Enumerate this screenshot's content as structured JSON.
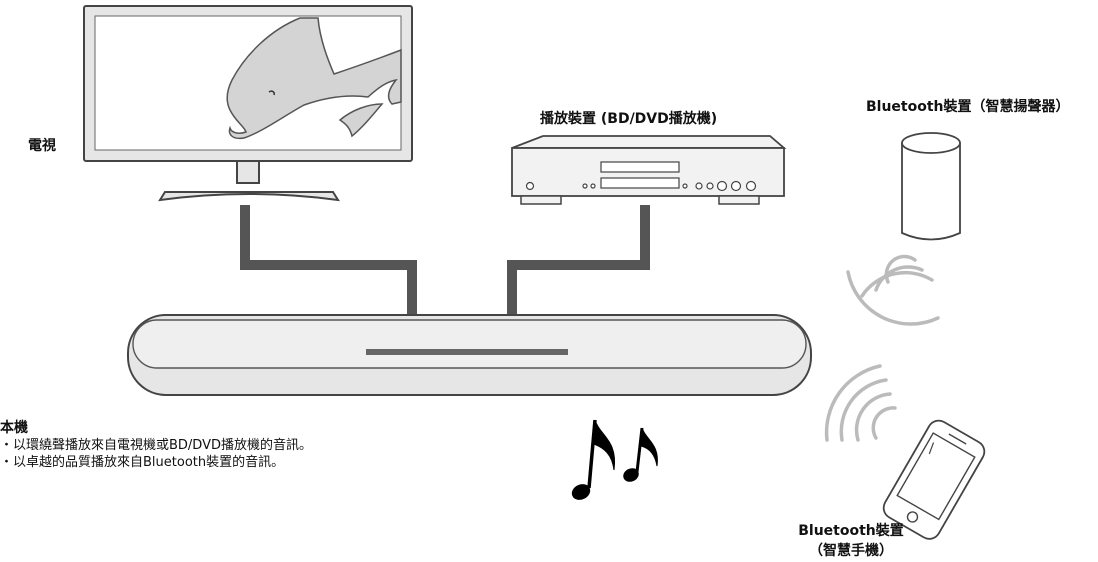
{
  "labels": {
    "tv": "電視",
    "player": "播放裝置 (BD/DVD播放機)",
    "speaker": "Bluetooth裝置（智慧揚聲器）",
    "phone_line1": "Bluetooth裝置",
    "phone_line2": "（智慧手機）"
  },
  "unit": {
    "title": "本機",
    "features": [
      "・以環繞聲播放來自電視機或BD/DVD播放機的音訊。",
      "・以卓越的品質播放來自Bluetooth裝置的音訊。"
    ]
  },
  "icons": {
    "tv": "tv-icon",
    "player": "bd-dvd-player-icon",
    "speaker": "smart-speaker-icon",
    "phone": "smartphone-icon",
    "soundbar": "soundbar-icon",
    "notes": "music-notes-icon",
    "wireless": "wireless-waves-icon"
  },
  "colors": {
    "cable": "#555555",
    "outline": "#444444",
    "device_fill": "#f2f2f2",
    "wave": "#bbbbbb"
  }
}
